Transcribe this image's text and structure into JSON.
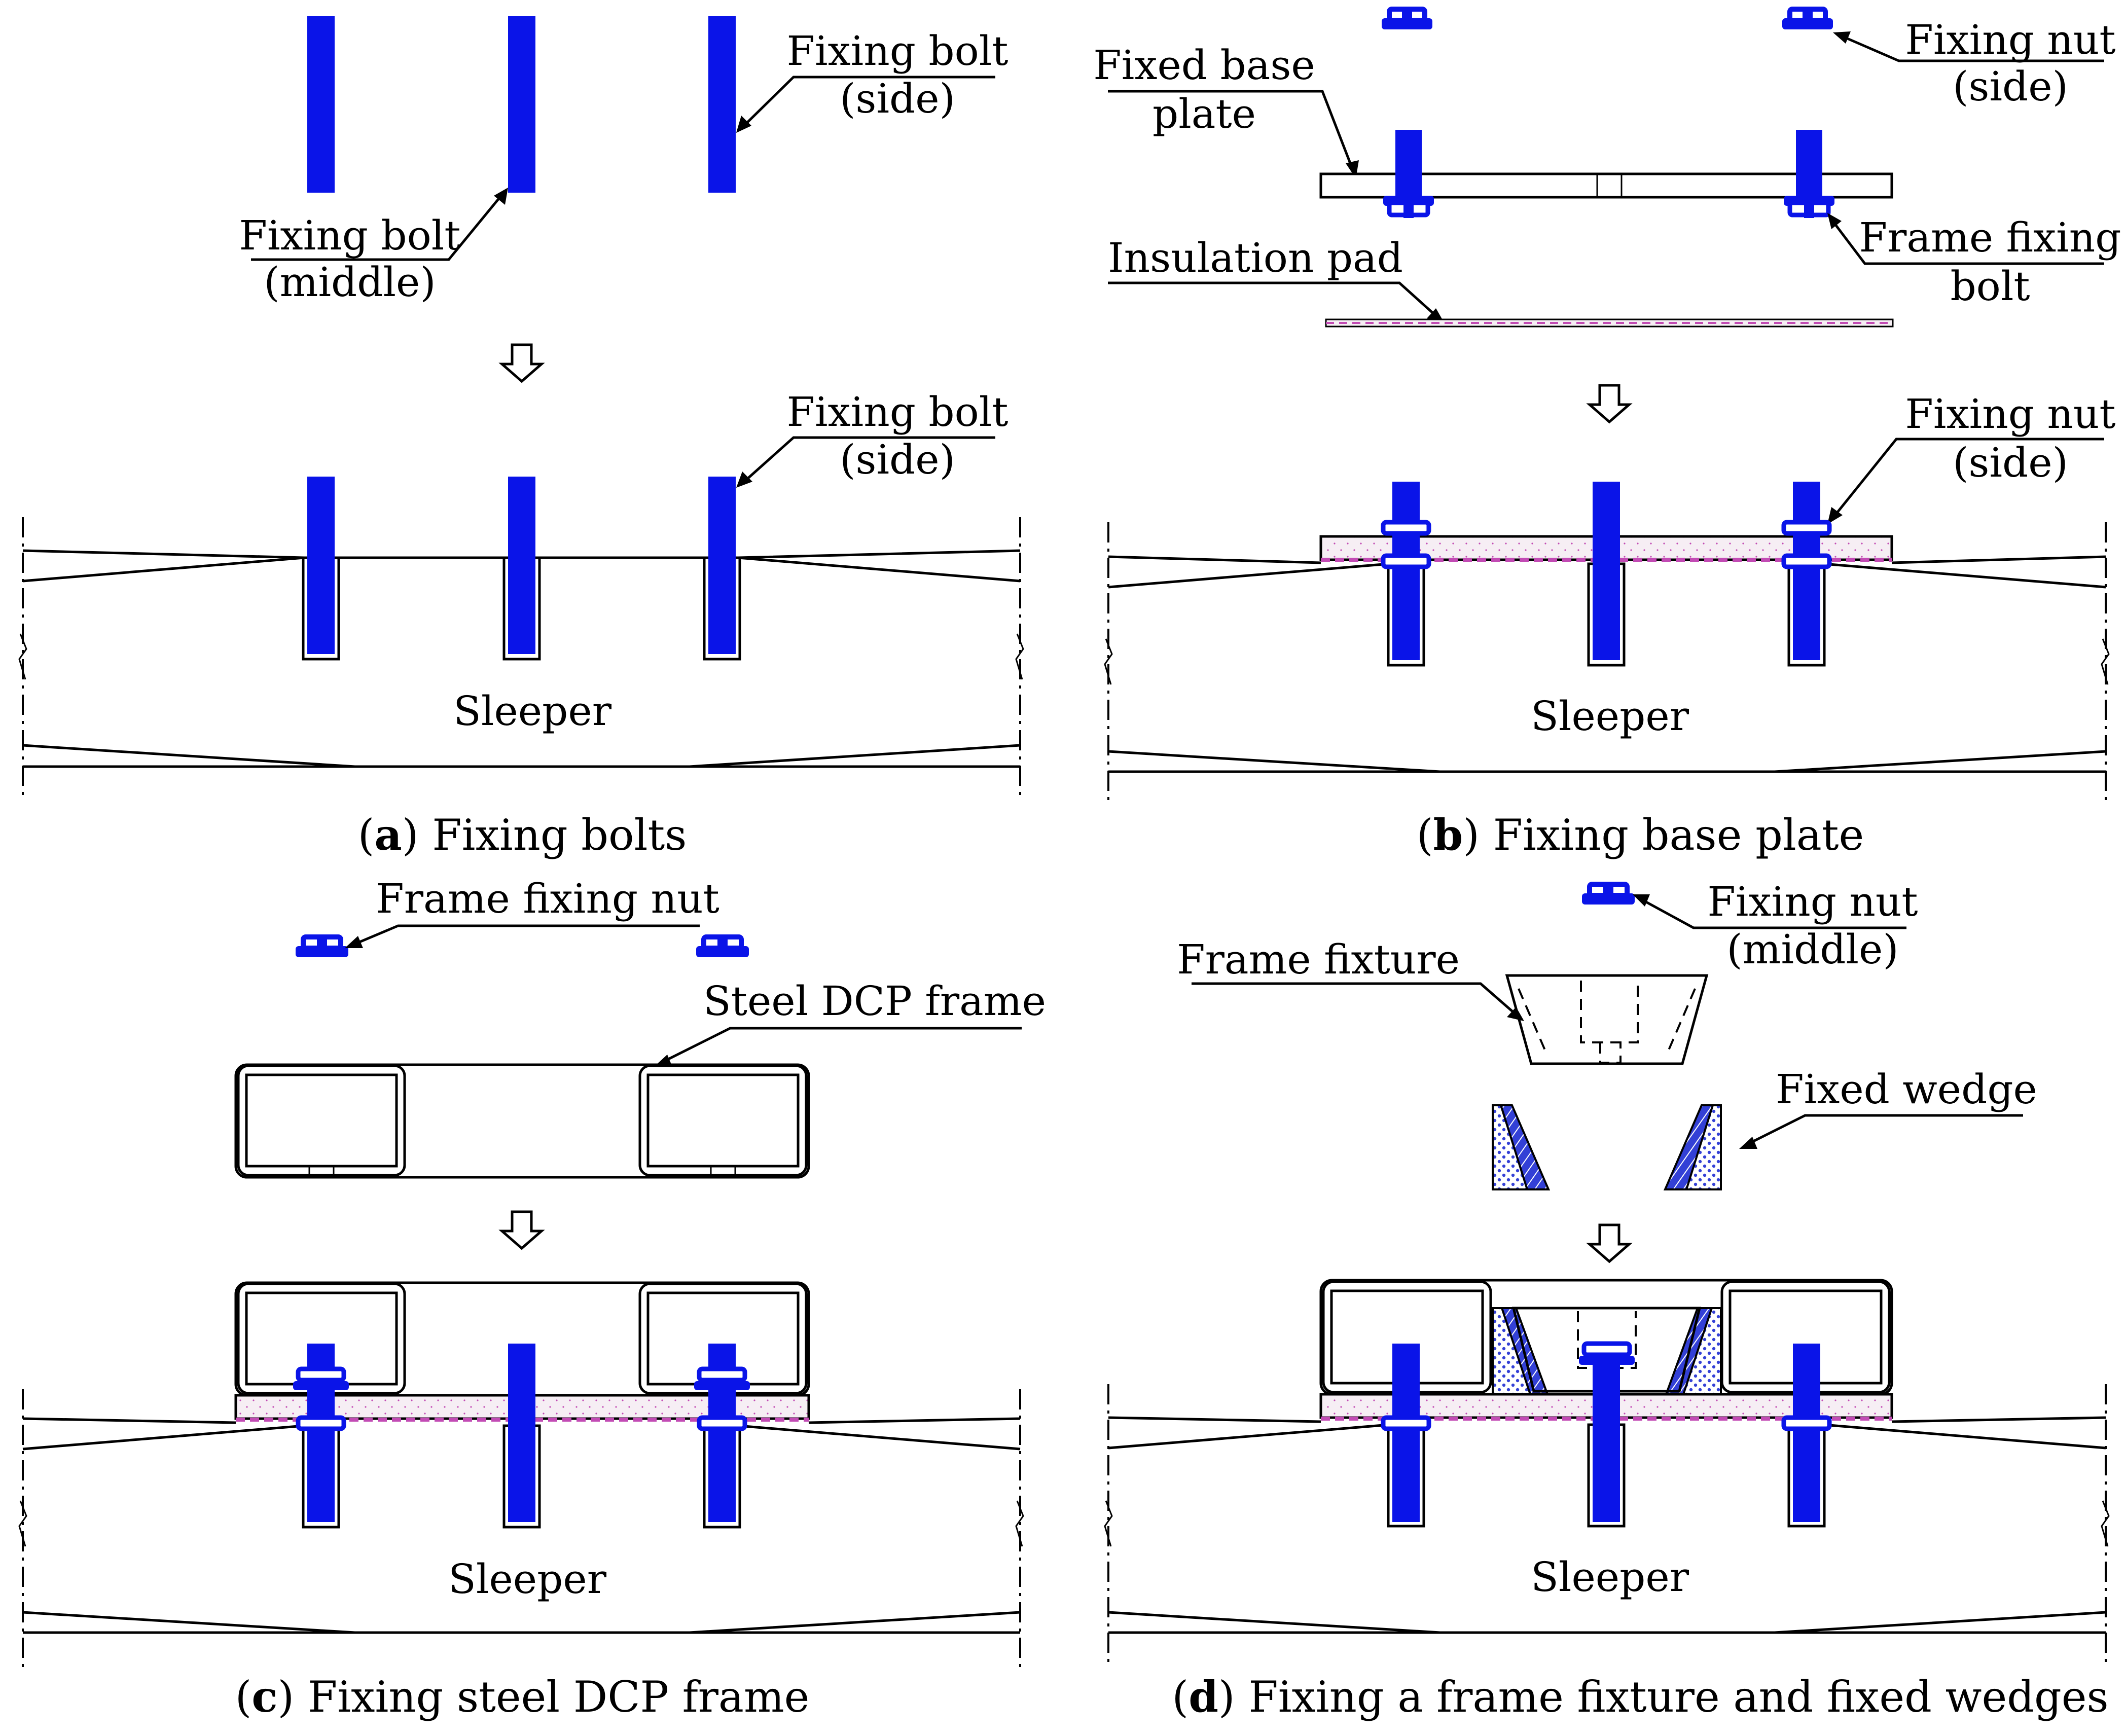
{
  "colors": {
    "bolt": "#0a14e8",
    "plate_fill": "#f6eef4",
    "pad_line": "#c24bb4",
    "wedge_fill": "#3340d6"
  },
  "panels": {
    "a": {
      "labels": {
        "bolt_side_top_1": "Fixing bolt",
        "bolt_side_top_2": "(side)",
        "bolt_middle_1": "Fixing bolt",
        "bolt_middle_2": "(middle)",
        "bolt_side_bottom_1": "Fixing bolt",
        "bolt_side_bottom_2": "(side)",
        "sleeper": "Sleeper"
      },
      "caption_letter": "a",
      "caption_text": "Fixing bolts"
    },
    "b": {
      "labels": {
        "base_plate_1": "Fixed base",
        "base_plate_2": "plate",
        "nut_side_top_1": "Fixing nut",
        "nut_side_top_2": "(side)",
        "frame_bolt_1": "Frame fixing",
        "frame_bolt_2": "bolt",
        "insulation_pad": "Insulation pad",
        "nut_side_bottom_1": "Fixing nut",
        "nut_side_bottom_2": "(side)",
        "sleeper": "Sleeper"
      },
      "caption_letter": "b",
      "caption_text": "Fixing base plate"
    },
    "c": {
      "labels": {
        "frame_nut": "Frame fixing nut",
        "steel_frame": "Steel DCP frame",
        "sleeper": "Sleeper"
      },
      "caption_letter": "c",
      "caption_text": "Fixing steel DCP frame"
    },
    "d": {
      "labels": {
        "nut_middle_1": "Fixing nut",
        "nut_middle_2": "(middle)",
        "frame_fixture": "Frame fixture",
        "fixed_wedge": "Fixed wedge",
        "sleeper": "Sleeper"
      },
      "caption_letter": "d",
      "caption_text": "Fixing a frame fixture and fixed wedges"
    }
  }
}
